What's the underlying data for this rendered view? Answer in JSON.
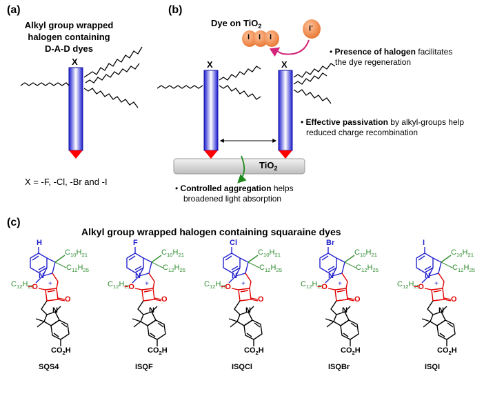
{
  "panel_a": {
    "label": "(a)",
    "title_lines": [
      "Alkyl group wrapped",
      "halogen containing",
      "D-A-D dyes"
    ],
    "x_atom": "X",
    "formula": "X = -F, -Cl, -Br and -I"
  },
  "panel_b": {
    "label": "(b)",
    "title_prefix": "Dye on TiO",
    "title_sub": "2",
    "x_left": "X",
    "x_right": "X",
    "iodide_left": "I",
    "iodide_mid": "I",
    "iodide_right": "I",
    "iodide_charge": "-",
    "iodide_ion": "I",
    "note_halogen_bold": "Presence of halogen",
    "note_halogen_rest": " facilitates",
    "note_halogen_line2": "the dye regeneration",
    "note_passivation_bold": "Effective passivation",
    "note_passivation_rest": " by alkyl-groups help",
    "note_passivation_line2": "reduced charge recombination",
    "tio2_prefix": "TiO",
    "tio2_sub": "2",
    "note_aggregation_bold": "Controlled aggregation",
    "note_aggregation_rest": " helps",
    "note_aggregation_line2": "broadened light absorption"
  },
  "panel_c": {
    "label": "(c)",
    "title": "Alkyl group wrapped halogen containing squaraine dyes",
    "chain_c10": "C10H21",
    "chain_c12": "C12H25",
    "n_atom": "N",
    "o_atom": "O",
    "cooh": "CO2H",
    "plus": "+",
    "minus": "−",
    "dyes": [
      {
        "name": "SQS4",
        "halogen": "H"
      },
      {
        "name": "ISQF",
        "halogen": "F"
      },
      {
        "name": "ISQCl",
        "halogen": "Cl"
      },
      {
        "name": "ISQBr",
        "halogen": "Br"
      },
      {
        "name": "ISQI",
        "halogen": "I"
      }
    ]
  },
  "colors": {
    "dye_bar": "#3a3ae6",
    "dye_tip": "#ff0000",
    "iodide": "#f08a4b",
    "arrow_magenta": "#d4237a",
    "arrow_green": "#1e8a1e",
    "indole_blue": "#2222cc",
    "squaraine_red": "#e00000",
    "alkyl_green": "#2e8b2e",
    "substrate": "#d9d9d9"
  }
}
